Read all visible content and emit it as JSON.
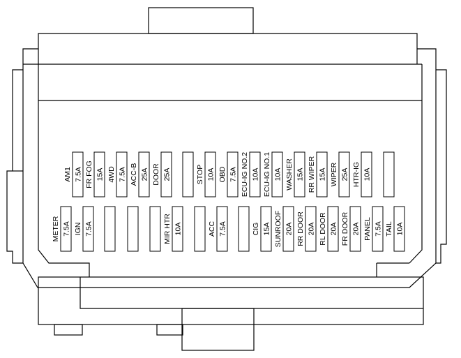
{
  "upper_row": [
    {
      "name": "AM1",
      "amp": "7.5A"
    },
    {
      "name": "FR FOG",
      "amp": "15A"
    },
    {
      "name": "4WD",
      "amp": "7.5A"
    },
    {
      "name": "ACC-B",
      "amp": "25A"
    },
    {
      "name": "DOOR",
      "amp": "25A"
    },
    {
      "name": "",
      "amp": ""
    },
    {
      "name": "STOP",
      "amp": "10A"
    },
    {
      "name": "OBD",
      "amp": "7.5A"
    },
    {
      "name": "ECU-IG NO.2",
      "amp": "10A"
    },
    {
      "name": "ECU-IG NO.1",
      "amp": "10A"
    },
    {
      "name": "WASHER",
      "amp": "15A"
    },
    {
      "name": "RR WIPER",
      "amp": "15A"
    },
    {
      "name": "WIPER",
      "amp": "25A"
    },
    {
      "name": "HTR-IG",
      "amp": "10A"
    },
    {
      "name": "",
      "amp": ""
    }
  ],
  "lower_row": [
    {
      "name": "METER",
      "amp": "7.5A"
    },
    {
      "name": "IGN",
      "amp": "7.5A"
    },
    {
      "name": "",
      "amp": ""
    },
    {
      "name": "",
      "amp": ""
    },
    {
      "name": "MIR HTR",
      "amp": "10A"
    },
    {
      "name": "ACC",
      "amp": "7.5A"
    },
    {
      "name": "CIG",
      "amp": "15A"
    },
    {
      "name": "SUNROOF",
      "amp": "20A"
    },
    {
      "name": "RR DOOR",
      "amp": "20A"
    },
    {
      "name": "RL DOOR",
      "amp": "20A"
    },
    {
      "name": "FR DOOR",
      "amp": "20A"
    },
    {
      "name": "PANEL",
      "amp": "7.5A"
    },
    {
      "name": "TAIL",
      "amp": "10A"
    }
  ]
}
